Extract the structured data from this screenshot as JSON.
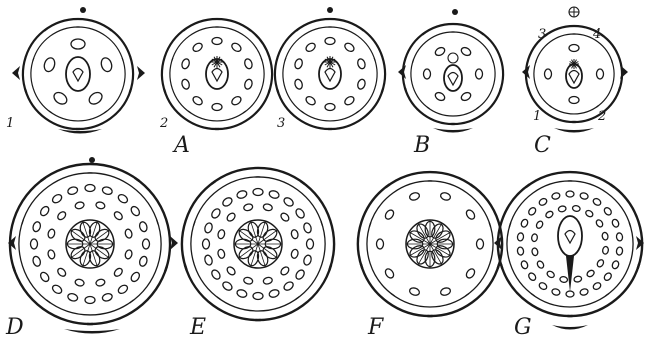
{
  "palette": {
    "ink": "#1a1a1a",
    "paper": "#ffffff"
  },
  "figures": [
    {
      "id": "1",
      "label": "1"
    },
    {
      "id": "2",
      "label": "2"
    },
    {
      "id": "3",
      "label": "3"
    },
    {
      "id": "A",
      "label": "A"
    },
    {
      "id": "B",
      "label": "B"
    },
    {
      "id": "C",
      "label": "C",
      "numbers": [
        "1",
        "2",
        "3",
        "4"
      ]
    },
    {
      "id": "D",
      "label": "D"
    },
    {
      "id": "E",
      "label": "E"
    },
    {
      "id": "F",
      "label": "F"
    },
    {
      "id": "G",
      "label": "G"
    }
  ]
}
